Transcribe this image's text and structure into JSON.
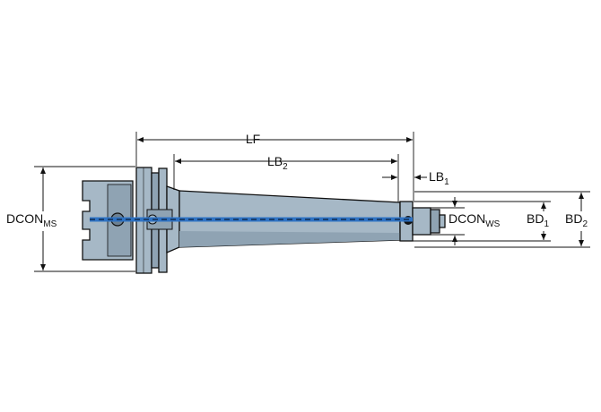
{
  "colors": {
    "body_fill": "#a6b8c6",
    "body_dark": "#6d8192",
    "coolant": "#2f73c4",
    "outline": "#111111"
  },
  "dimensions": {
    "lf": {
      "main": "LF",
      "sub": ""
    },
    "lb2": {
      "main": "LB",
      "sub": "2"
    },
    "lb1": {
      "main": "LB",
      "sub": "1"
    },
    "dcon_ms": {
      "main": "DCON",
      "sub": "MS"
    },
    "dcon_ws": {
      "main": "DCON",
      "sub": "WS"
    },
    "bd1": {
      "main": "BD",
      "sub": "1"
    },
    "bd2": {
      "main": "BD",
      "sub": "2"
    }
  }
}
